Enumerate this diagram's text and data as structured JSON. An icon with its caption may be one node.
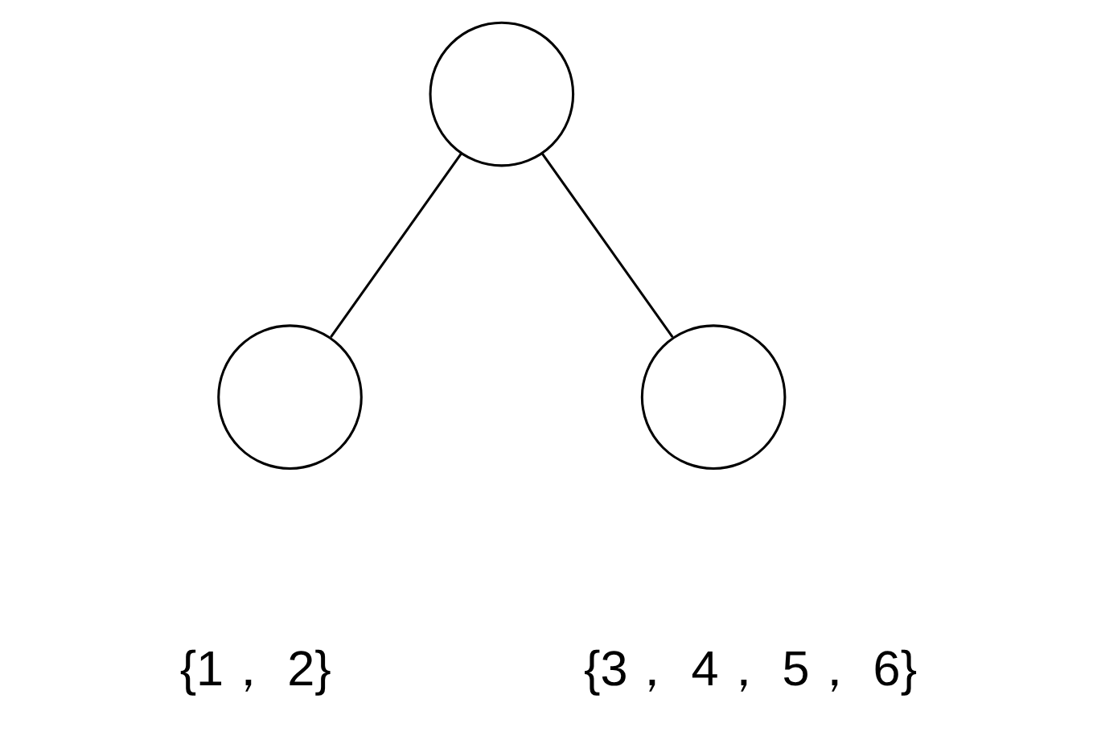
{
  "diagram": {
    "nodes": [
      {
        "text": [],
        "shape": "circle"
      },
      {
        "text": [],
        "shape": "circle",
        "beside": [
          "{1， 2}"
        ]
      },
      {
        "text": [],
        "shape": "circle",
        "beside": [
          "{3， 4， 5， 6}"
        ]
      }
    ],
    "edges": [
      {
        "from": 0,
        "to": 1,
        "arrow": "none"
      },
      {
        "from": 0,
        "to": 2,
        "arrow": "none"
      }
    ]
  }
}
